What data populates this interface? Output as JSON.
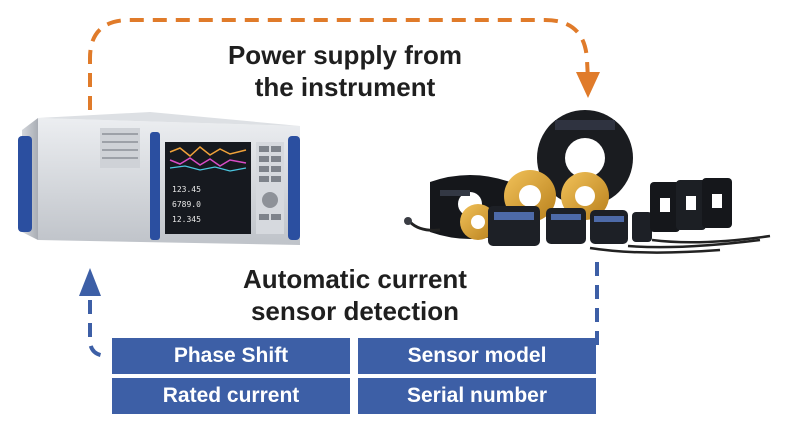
{
  "captions": {
    "top_line1": "Power supply from",
    "top_line2": "the instrument",
    "bottom_line1": "Automatic current",
    "bottom_line2": "sensor detection"
  },
  "info_cells": [
    "Phase Shift",
    "Sensor model",
    "Rated current",
    "Serial number"
  ],
  "instrument_screen_readings": [
    "123.45",
    "6789.0",
    "12.345"
  ],
  "colors": {
    "power_arrow": "#e07b2a",
    "detection_arrow": "#3d5fa6",
    "cell_background": "#3d5fa6",
    "instrument_trim": "#2b4fa0"
  }
}
